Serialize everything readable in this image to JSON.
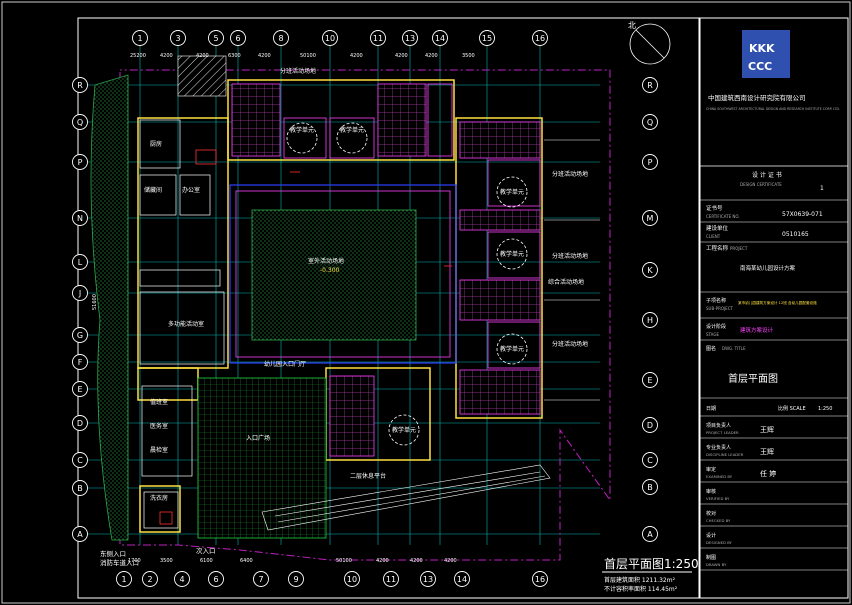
{
  "drawing": {
    "title": "首层平面图1:250",
    "area_line1": "首层建筑面积 1211.32m²",
    "area_line2": "不计容积率面积 114.45m²",
    "north": "北",
    "entrance_left": "东侧入口",
    "entrance_left2": "消防车道入口",
    "entrance_bottom": "次入口"
  },
  "grid_top": [
    "1",
    "3",
    "5",
    "6",
    "8",
    "10",
    "11",
    "13",
    "14",
    "15",
    "16"
  ],
  "grid_bottom": [
    "1",
    "2",
    "4",
    "6",
    "7",
    "9",
    "10",
    "11",
    "13",
    "14",
    "16"
  ],
  "grid_left": [
    "R",
    "Q",
    "P",
    "N",
    "L",
    "J",
    "G",
    "F",
    "E",
    "D",
    "C",
    "B",
    "A"
  ],
  "grid_right": [
    "R",
    "Q",
    "P",
    "M",
    "K",
    "H",
    "E",
    "D",
    "C",
    "B",
    "A"
  ],
  "dims_top": [
    "25200",
    "4200",
    "4200",
    "6300",
    "4200",
    "50100",
    "4200",
    "4200",
    "4200",
    "3500"
  ],
  "dims_bottom": [
    "1700",
    "3500",
    "6100",
    "6400",
    "50100",
    "4200",
    "4200",
    "4200"
  ],
  "dim_left": "51600",
  "rooms": {
    "court": "室外活动场地",
    "court_level": "-0.300",
    "entry_hall": "幼儿园入口门厅",
    "entry_plaza": "入口广场",
    "unit_a": "教学单元",
    "unit_b": "教学单元",
    "unit_c": "教学单元",
    "unit_d": "教学单元",
    "unit_e": "教学单元",
    "unit_f": "教学单元",
    "activity_a": "分班活动场地",
    "activity_b": "分班活动场地",
    "activity_c": "分班活动场地",
    "activity_d": "分班活动场地",
    "multi": "多功能活动室",
    "kitchen": "厨房",
    "storage": "储藏间",
    "office": "办公室",
    "duty": "值班室",
    "medical": "医务室",
    "morning": "晨检室",
    "wash": "洗衣房",
    "stair_label": "二层休息平台",
    "playroom": "综合活动场地"
  },
  "title_block": {
    "logo_top": "KKK",
    "logo_bottom": "CCC",
    "company": "中国建筑西南设计研究院有限公司",
    "company_en": "CHINA SOUTHWEST ARCHITECTURAL DESIGN AND RESEARCH INSTITUTE CORP. LTD.",
    "field1_label": "设 计 证 书",
    "field1_label_en": "DESIGN CERTIFICATE",
    "field1_val": "1",
    "field2_label": "证书号",
    "field2_label_en": "CERTIFICATE NO.",
    "field2_val": "57X0639-071",
    "field3_label": "建设单位",
    "field3_label_en": "CLIENT",
    "field3_val": "0510165",
    "project_label": "工程名称",
    "project_label_en": "PROJECT",
    "project_val": "南海某幼儿园设计方案",
    "subitem_label": "子项名称",
    "subitem_label_en": "SUB-PROJECT",
    "subitem_val": "某市幼儿园建筑方案设计 12班 含幼儿园配套设施",
    "stage_label": "设计阶段",
    "stage_label_en": "STAGE",
    "stage_val": "建筑方案设计",
    "drawing_title_label": "图名",
    "drawing_title_label_en": "DWG. TITLE",
    "drawing_title": "首层平面图",
    "date_label": "日期",
    "scale_label": "比例 SCALE",
    "scale_val": "1:250",
    "roles": [
      {
        "cn": "项目负责人",
        "en": "PROJECT LEADER",
        "name": "王辉"
      },
      {
        "cn": "专业负责人",
        "en": "DISCIPLINE LEADER",
        "name": "王辉"
      },
      {
        "cn": "审定",
        "en": "EXAMINED BY",
        "name": "任 婷"
      },
      {
        "cn": "审核",
        "en": "VERIFIED BY",
        "name": ""
      },
      {
        "cn": "校对",
        "en": "CHECKED BY",
        "name": ""
      },
      {
        "cn": "设计",
        "en": "DESIGNED BY",
        "name": ""
      },
      {
        "cn": "制图",
        "en": "DRAWN BY",
        "name": ""
      }
    ]
  },
  "colors": {
    "background": "#000000",
    "grid_line": "#00c8c8",
    "wall": "#ffe040",
    "wall_blue": "#3040ff",
    "magenta": "#ff40ff",
    "green": "#20d040",
    "white": "#ffffff",
    "red": "#ff3030",
    "accent_logo": "#3050b0"
  }
}
